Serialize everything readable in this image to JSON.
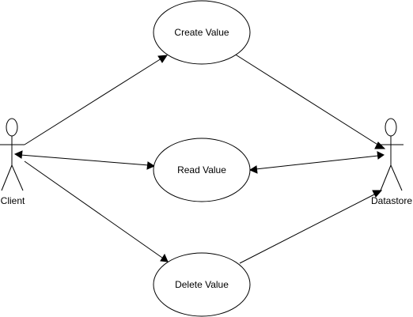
{
  "diagram": {
    "actors": {
      "client": {
        "label": "Client"
      },
      "datastore": {
        "label": "Datastore"
      }
    },
    "use_cases": {
      "create": {
        "label": "Create Value"
      },
      "read": {
        "label": "Read Value"
      },
      "delete": {
        "label": "Delete Value"
      }
    },
    "edges": [
      {
        "from": "Client",
        "to": "Create Value",
        "arrow": "to"
      },
      {
        "from": "Create Value",
        "to": "Datastore",
        "arrow": "to"
      },
      {
        "from": "Client",
        "to": "Read Value",
        "arrow": "both"
      },
      {
        "from": "Read Value",
        "to": "Datastore",
        "arrow": "both"
      },
      {
        "from": "Client",
        "to": "Delete Value",
        "arrow": "to"
      },
      {
        "from": "Delete Value",
        "to": "Datastore",
        "arrow": "to"
      }
    ]
  }
}
